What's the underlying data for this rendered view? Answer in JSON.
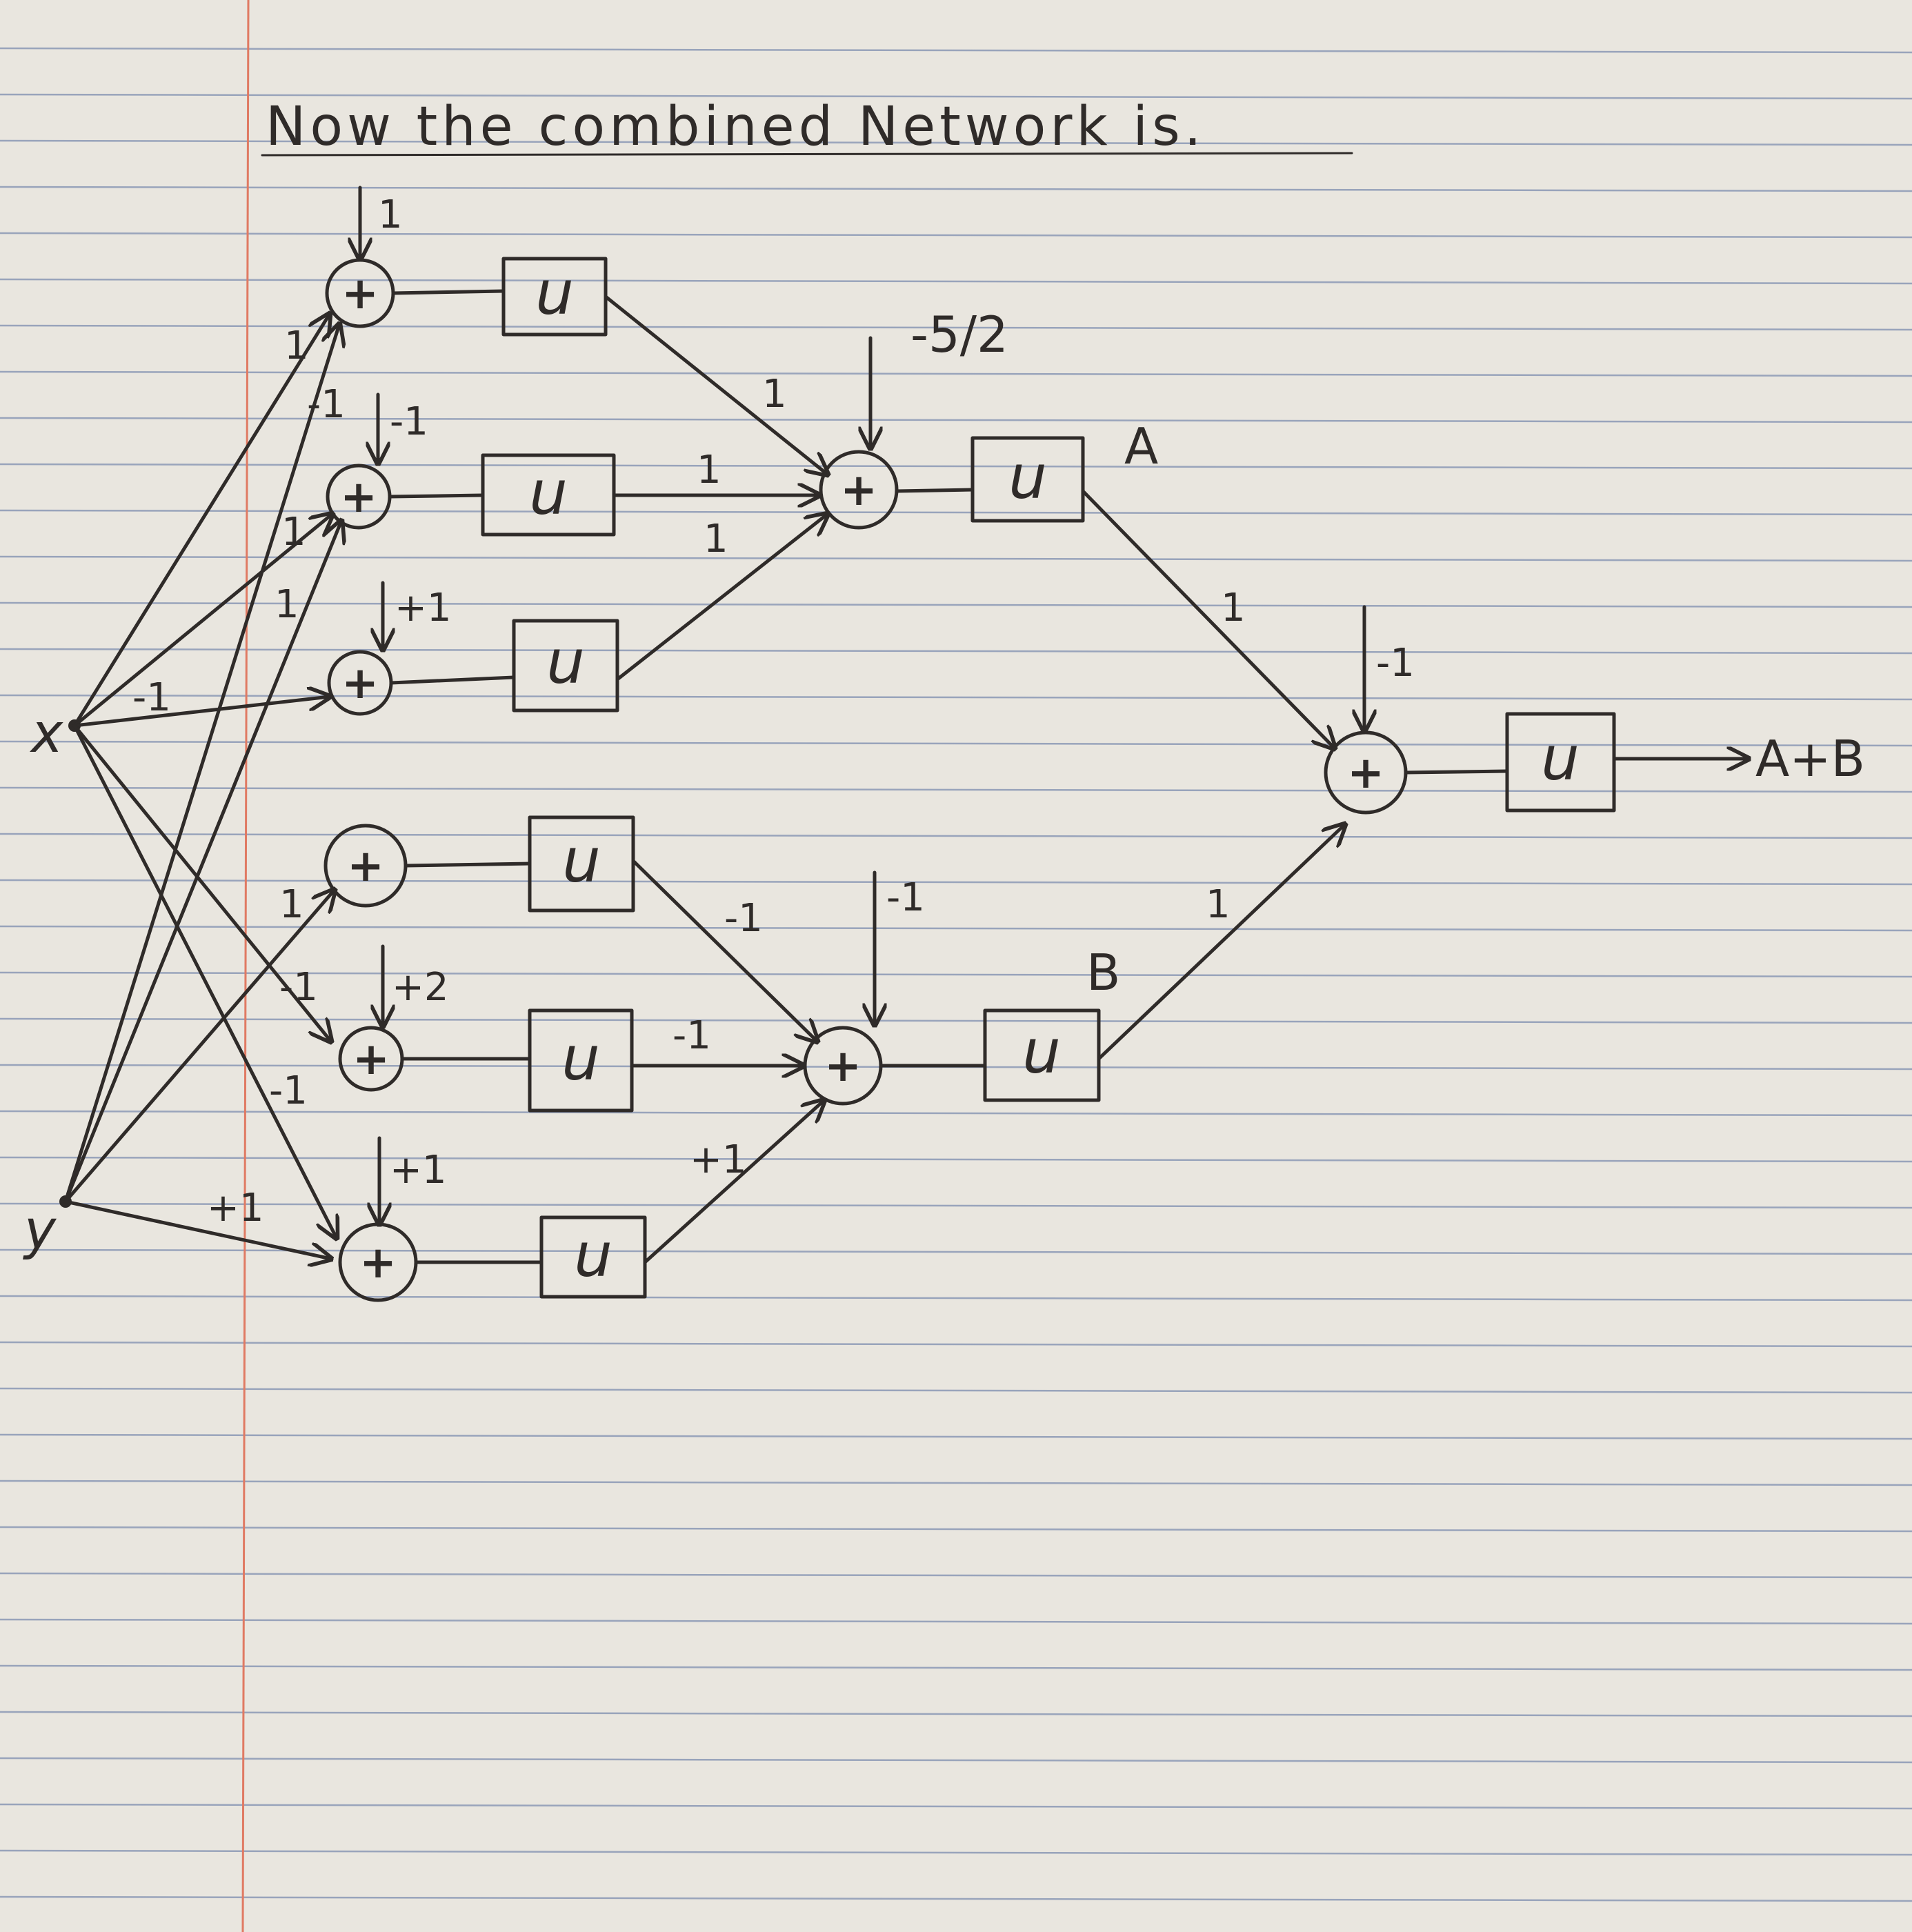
{
  "title": "Now the combined Network is.",
  "unit_symbol": "u",
  "sum_symbol": "+",
  "inputs": {
    "x": "x",
    "y": "y"
  },
  "biases": {
    "h1": "1",
    "h2": "-1",
    "h3": "+1",
    "h5": "+2",
    "h6": "+1",
    "a": "-5/2",
    "b": "-1",
    "out": "-1"
  },
  "weights": {
    "x_h1": "1",
    "x_h2": "-1",
    "x_h3": "-1",
    "y_h2": "1",
    "y_h3": "1",
    "y_h4": "1",
    "x_h5": "-1",
    "x_h6": "-1",
    "y_h6": "+1",
    "h1_a": "1",
    "h2_a": "1",
    "h3_a": "1",
    "h4_b": "-1",
    "h5_b": "-1",
    "h6_b": "+1",
    "a_out": "1",
    "b_out": "1"
  },
  "node_labels": {
    "a": "A",
    "b": "B",
    "output": "A+B"
  },
  "colors": {
    "ink": "#2f2b29",
    "paper": "#e9e6df",
    "rule": "#7f8fb0",
    "margin": "#e07a63"
  }
}
